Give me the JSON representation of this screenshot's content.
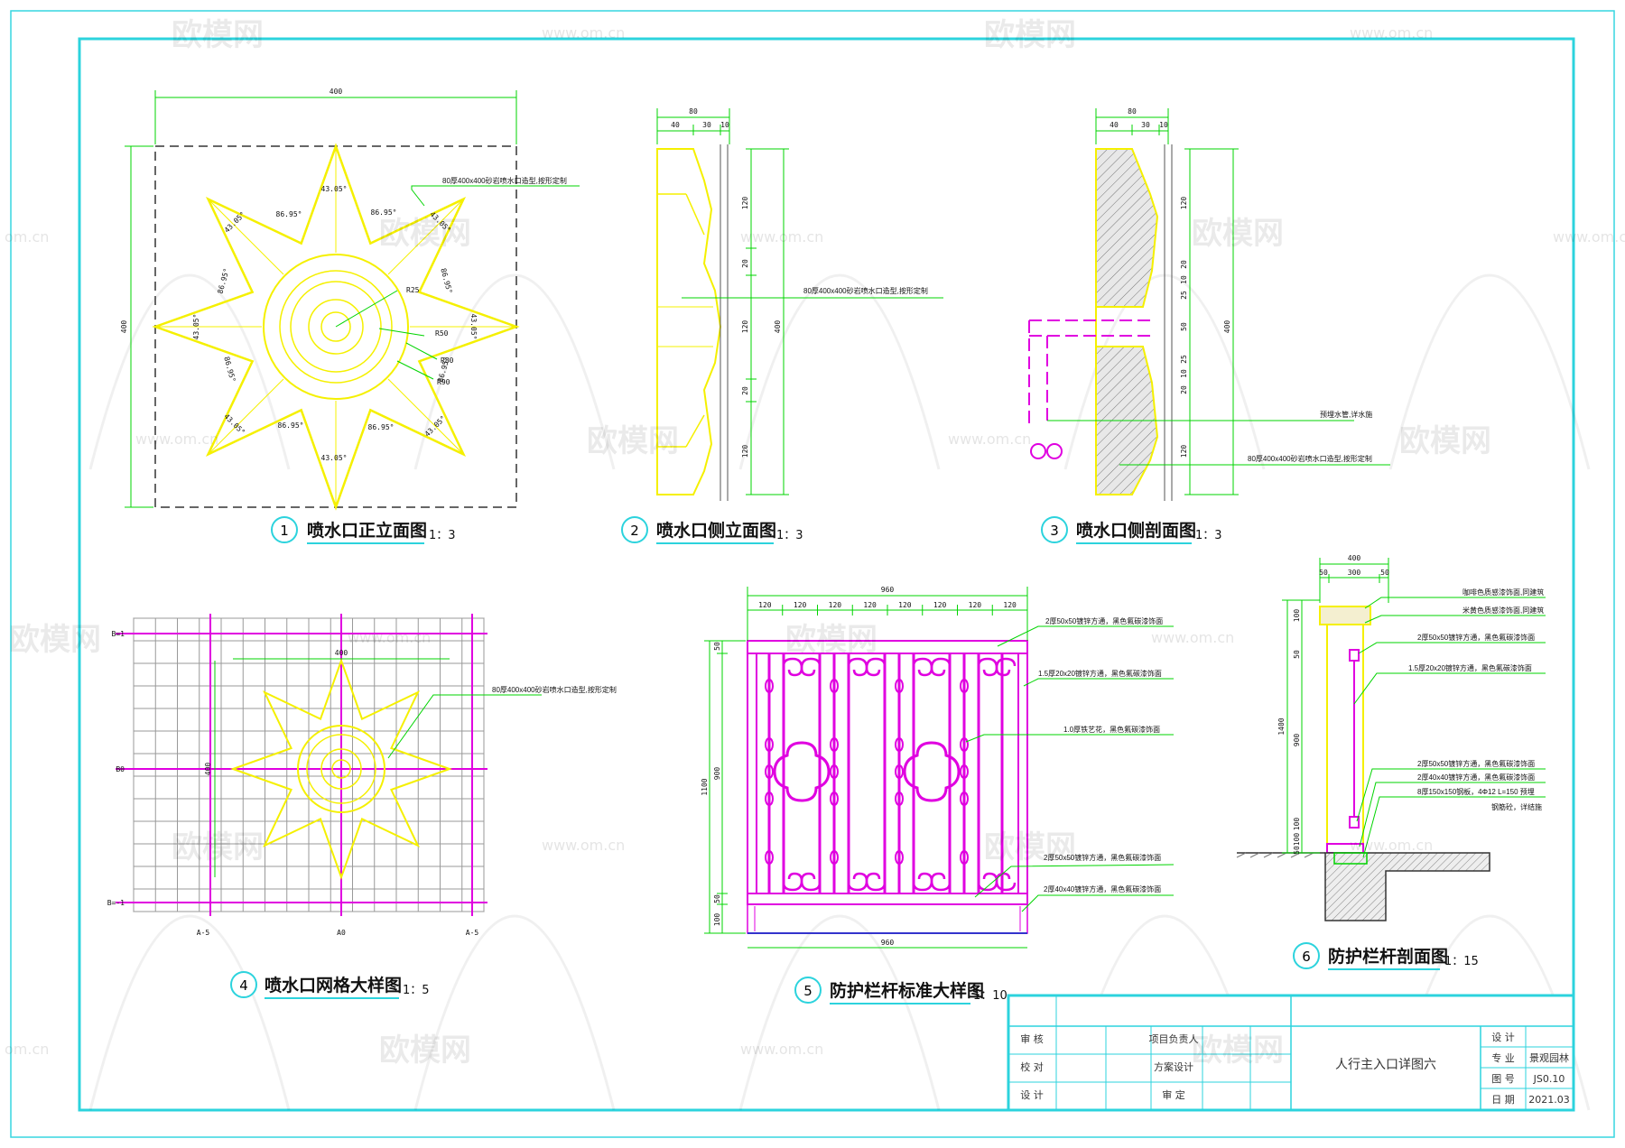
{
  "views": [
    {
      "num": "1",
      "title": "喷水口正立面图",
      "scale": "1：3"
    },
    {
      "num": "2",
      "title": "喷水口侧立面图",
      "scale": "1：3"
    },
    {
      "num": "3",
      "title": "喷水口侧剖面图",
      "scale": "1：3"
    },
    {
      "num": "4",
      "title": "喷水口网格大样图",
      "scale": "1：5"
    },
    {
      "num": "5",
      "title": "防护栏杆标准大样图",
      "scale": "1：10"
    },
    {
      "num": "6",
      "title": "防护栏杆剖面图",
      "scale": "1：15"
    }
  ],
  "view1": {
    "note": "80厚400x400砂岩喷水口造型,按形定制",
    "width_dim": "400",
    "height_dim": "400",
    "angle_tip": "43.05°",
    "angle_valley": "86.95°",
    "radii": [
      "R25",
      "R50",
      "R80",
      "R90"
    ]
  },
  "view2": {
    "note": "80厚400x400砂岩喷水口造型,按形定制",
    "top_dims": [
      "80",
      "40",
      "30",
      "10"
    ],
    "side_dims": [
      "120",
      "20",
      "120",
      "20",
      "120"
    ],
    "total": "400"
  },
  "view3": {
    "notes": [
      "预埋水管,详水施",
      "80厚400x400砂岩喷水口造型,按形定制"
    ],
    "top_dims": [
      "80",
      "40",
      "30",
      "10"
    ],
    "side_dims": [
      "120",
      "20",
      "10",
      "25",
      "50",
      "25",
      "10",
      "20",
      "120"
    ],
    "total": "400"
  },
  "view4": {
    "note": "80厚400x400砂岩喷水口造型,按形定制",
    "dim": "400",
    "row_labels": [
      "B=1",
      "B0",
      "B=-1"
    ],
    "col_labels": [
      "A-5",
      "A0",
      "A-5"
    ]
  },
  "view5": {
    "top_total": "960",
    "top_dims": [
      "120",
      "120",
      "120",
      "120",
      "120",
      "120",
      "120",
      "120"
    ],
    "bottom_total": "960",
    "left_dims": [
      "50",
      "900",
      "50",
      "100"
    ],
    "left_total": "1100",
    "notes": [
      "2厚50x50镀锌方通，黑色氟碳漆饰面",
      "1.5厚20x20镀锌方通，黑色氟碳漆饰面",
      "1.0厚铁艺花，黑色氟碳漆饰面",
      "2厚50x50镀锌方通，黑色氟碳漆饰面",
      "2厚40x40镀锌方通，黑色氟碳漆饰面"
    ]
  },
  "view6": {
    "top_dims": [
      "400",
      "50",
      "300",
      "50"
    ],
    "left_dims": [
      "100",
      "50",
      "900",
      "100",
      "100",
      "50"
    ],
    "left_total": "1400",
    "notes": [
      "咖啡色质感漆饰面,同建筑",
      "米黄色质感漆饰面,同建筑",
      "2厚50x50镀锌方通，黑色氟碳漆饰面",
      "1.5厚20x20镀锌方通，黑色氟碳漆饰面",
      "2厚50x50镀锌方通，黑色氟碳漆饰面",
      "2厚40x40镀锌方通，黑色氟碳漆饰面",
      "8厚150x150钢板，4Φ12 L=150 预埋",
      "钢筋砼，详结施"
    ]
  },
  "title_block": {
    "left_labels": [
      "审  核",
      "校  对",
      "设  计"
    ],
    "mid_labels": [
      "项目负责人",
      "方案设计",
      "审  定"
    ],
    "drawing_name": "人行主入口详图六",
    "right_labels": [
      "设  计",
      "专  业",
      "图  号",
      "日  期"
    ],
    "right_values": [
      "",
      "景观园林",
      "JS0.10",
      "2021.03"
    ]
  },
  "watermarks": {
    "brand": "欧模网",
    "url": "www.om.cn",
    "url_short": "om.cn"
  }
}
